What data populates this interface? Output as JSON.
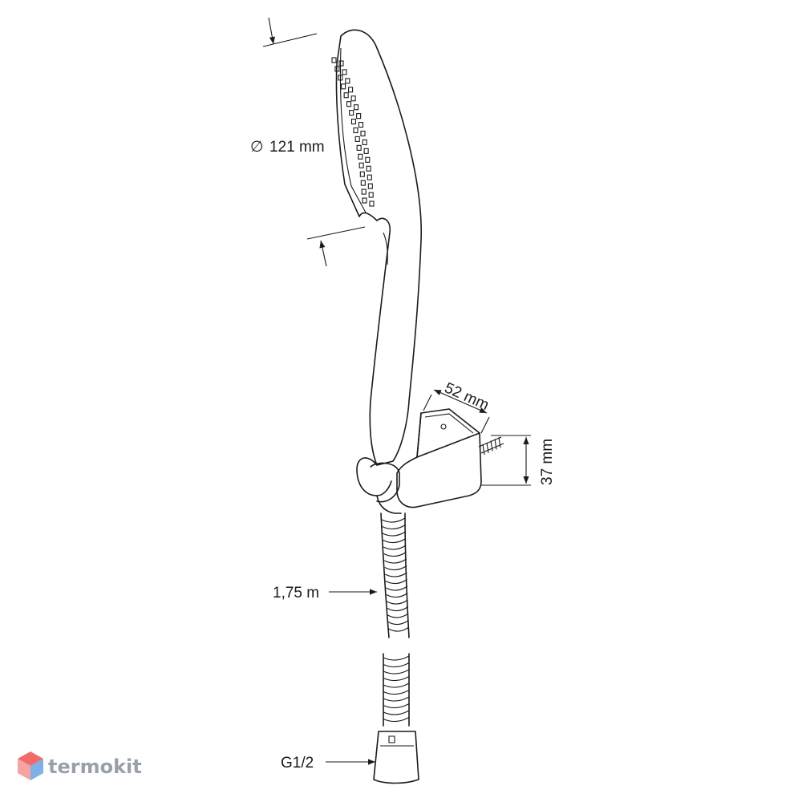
{
  "dimensions": {
    "head_diameter": "121 mm",
    "bracket_depth": "52 mm",
    "bracket_height": "37 mm",
    "hose_length": "1,75 m",
    "connector": "G1/2"
  },
  "diameter_symbol": "∅",
  "watermark": {
    "text": "termokit",
    "colors": {
      "top": "#f26b6b",
      "left": "#f6a3a3",
      "right": "#7fb0e6"
    }
  },
  "colors": {
    "line": "#1a1a1a",
    "watermark_text": "#9aa0aa"
  }
}
